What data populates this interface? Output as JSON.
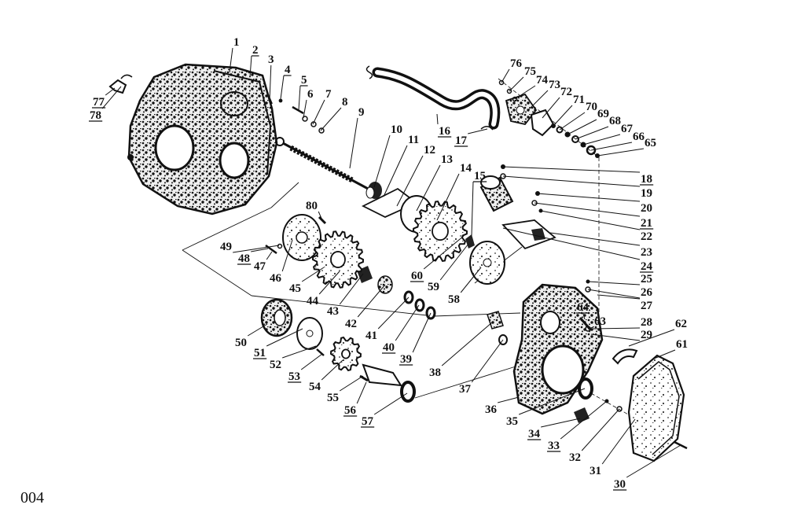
{
  "page_number": "004",
  "diagram": {
    "callouts": [
      "1",
      "2",
      "3",
      "4",
      "5",
      "6",
      "7",
      "8",
      "9",
      "10",
      "11",
      "12",
      "13",
      "14",
      "15",
      "16",
      "17",
      "18",
      "19",
      "20",
      "21",
      "22",
      "23",
      "24",
      "25",
      "26",
      "27",
      "28",
      "29",
      "30",
      "31",
      "32",
      "33",
      "34",
      "35",
      "36",
      "37",
      "38",
      "39",
      "40",
      "41",
      "42",
      "43",
      "44",
      "45",
      "46",
      "47",
      "48",
      "49",
      "50",
      "51",
      "52",
      "53",
      "54",
      "55",
      "56",
      "57",
      "58",
      "59",
      "60",
      "61",
      "62",
      "63",
      "64",
      "65",
      "66",
      "67",
      "68",
      "69",
      "70",
      "71",
      "72",
      "73",
      "74",
      "75",
      "76",
      "77",
      "78",
      "80"
    ]
  },
  "colors": {
    "ink": "#111111",
    "paper": "#ffffff"
  }
}
